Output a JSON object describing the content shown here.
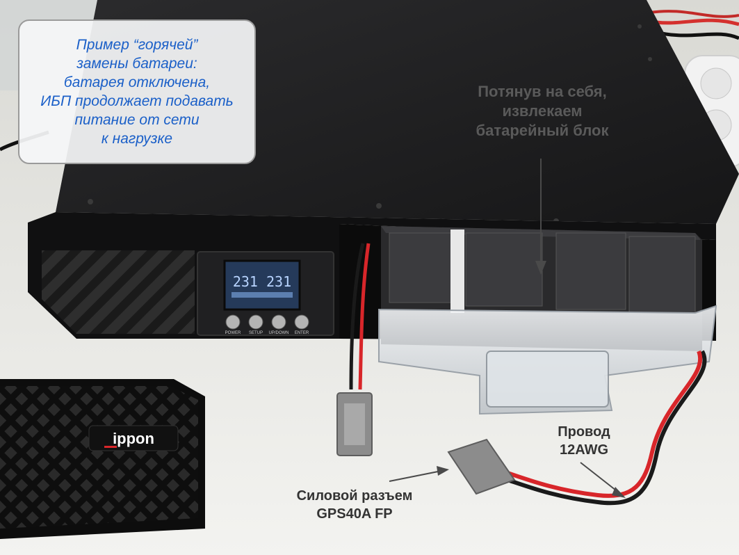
{
  "annotations": {
    "info_box": "Пример “горячей”\nзамены батареи:\nбатарея отключена,\nИБП продолжает подавать\nпитание от сети\nк нагрузке",
    "pull_caption": "Потянув на себя,\nизвлекаем\nбатарейный блок",
    "wire_caption": "Провод\n12AWG",
    "connector_caption": "Силовой разъем\nGPS40A FP"
  },
  "ups_panel": {
    "lcd_reading": "231 231",
    "buttons": [
      "POWER",
      "SETUP",
      "UP/DOWN",
      "ENTER"
    ]
  },
  "bezel": {
    "brand_logo": "ippon"
  },
  "colors": {
    "info_text": "#1a5fc8",
    "chassis": "#1c1c1e",
    "wire_red": "#d8262a"
  }
}
